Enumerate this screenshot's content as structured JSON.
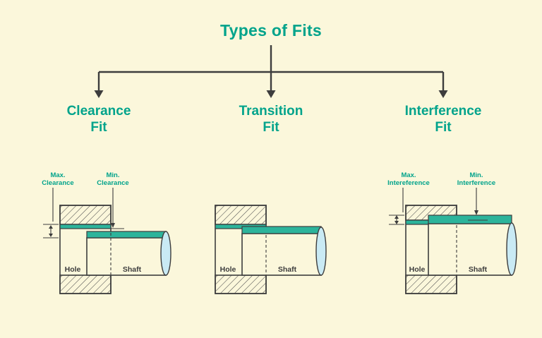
{
  "title": "Types of Fits",
  "colors": {
    "background": "#FBF7DB",
    "teal_text": "#00A38B",
    "tolerance_band": "#2CB49B",
    "line_dark": "#3d3d3d",
    "shaft_end": "#C9EAF4"
  },
  "headings": [
    {
      "line1": "Clearance",
      "line2": "Fit"
    },
    {
      "line1": "Transition",
      "line2": "Fit"
    },
    {
      "line1": "Interference",
      "line2": "Fit"
    }
  ],
  "clearance": {
    "max_line1": "Max.",
    "max_line2": "Clearance",
    "min_line1": "Min.",
    "min_line2": "Clearance",
    "hole": "Hole",
    "shaft": "Shaft"
  },
  "transition": {
    "hole": "Hole",
    "shaft": "Shaft"
  },
  "interference": {
    "max_line1": "Max.",
    "max_line2": "Intereference",
    "min_line1": "Min.",
    "min_line2": "Interference",
    "hole": "Hole",
    "shaft": "Shaft"
  }
}
